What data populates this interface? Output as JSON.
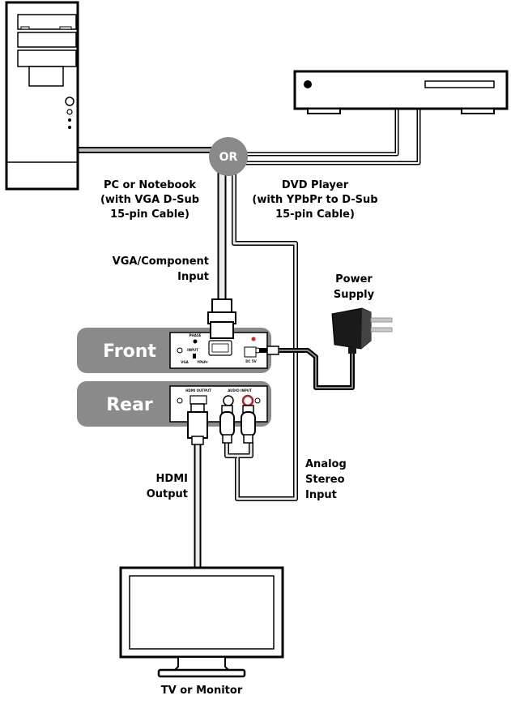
{
  "labels": {
    "pc": [
      "PC or Notebook",
      "(with VGA D-Sub",
      "15-pin Cable)"
    ],
    "dvd": [
      "DVD Player",
      "(with YPbPr to D-Sub",
      "15-pin Cable)"
    ],
    "or": "OR",
    "vga_input": [
      "VGA/Component",
      "Input"
    ],
    "power": [
      "Power",
      "Supply"
    ],
    "front": "Front",
    "rear": "Rear",
    "analog": [
      "Analog",
      "Stereo",
      "Input"
    ],
    "hdmi": [
      "HDMI",
      "Output"
    ],
    "tv": "TV or Monitor"
  },
  "device_labels": {
    "phase": "PHASE",
    "input": "INPUT",
    "vga": "VGA",
    "ypbpr": "YPbPr",
    "dc": "DC 5V",
    "hdmi_output": "HDMI OUTPUT",
    "audio_input": "AUDIO INPUT"
  },
  "colors": {
    "panel": "#8a8a8a",
    "or_circle": "#8a8a8a",
    "outline": "#000000",
    "cable_fill": "#bdbdbd",
    "power_led": "#d62020",
    "audio_red": "#c0182c"
  }
}
